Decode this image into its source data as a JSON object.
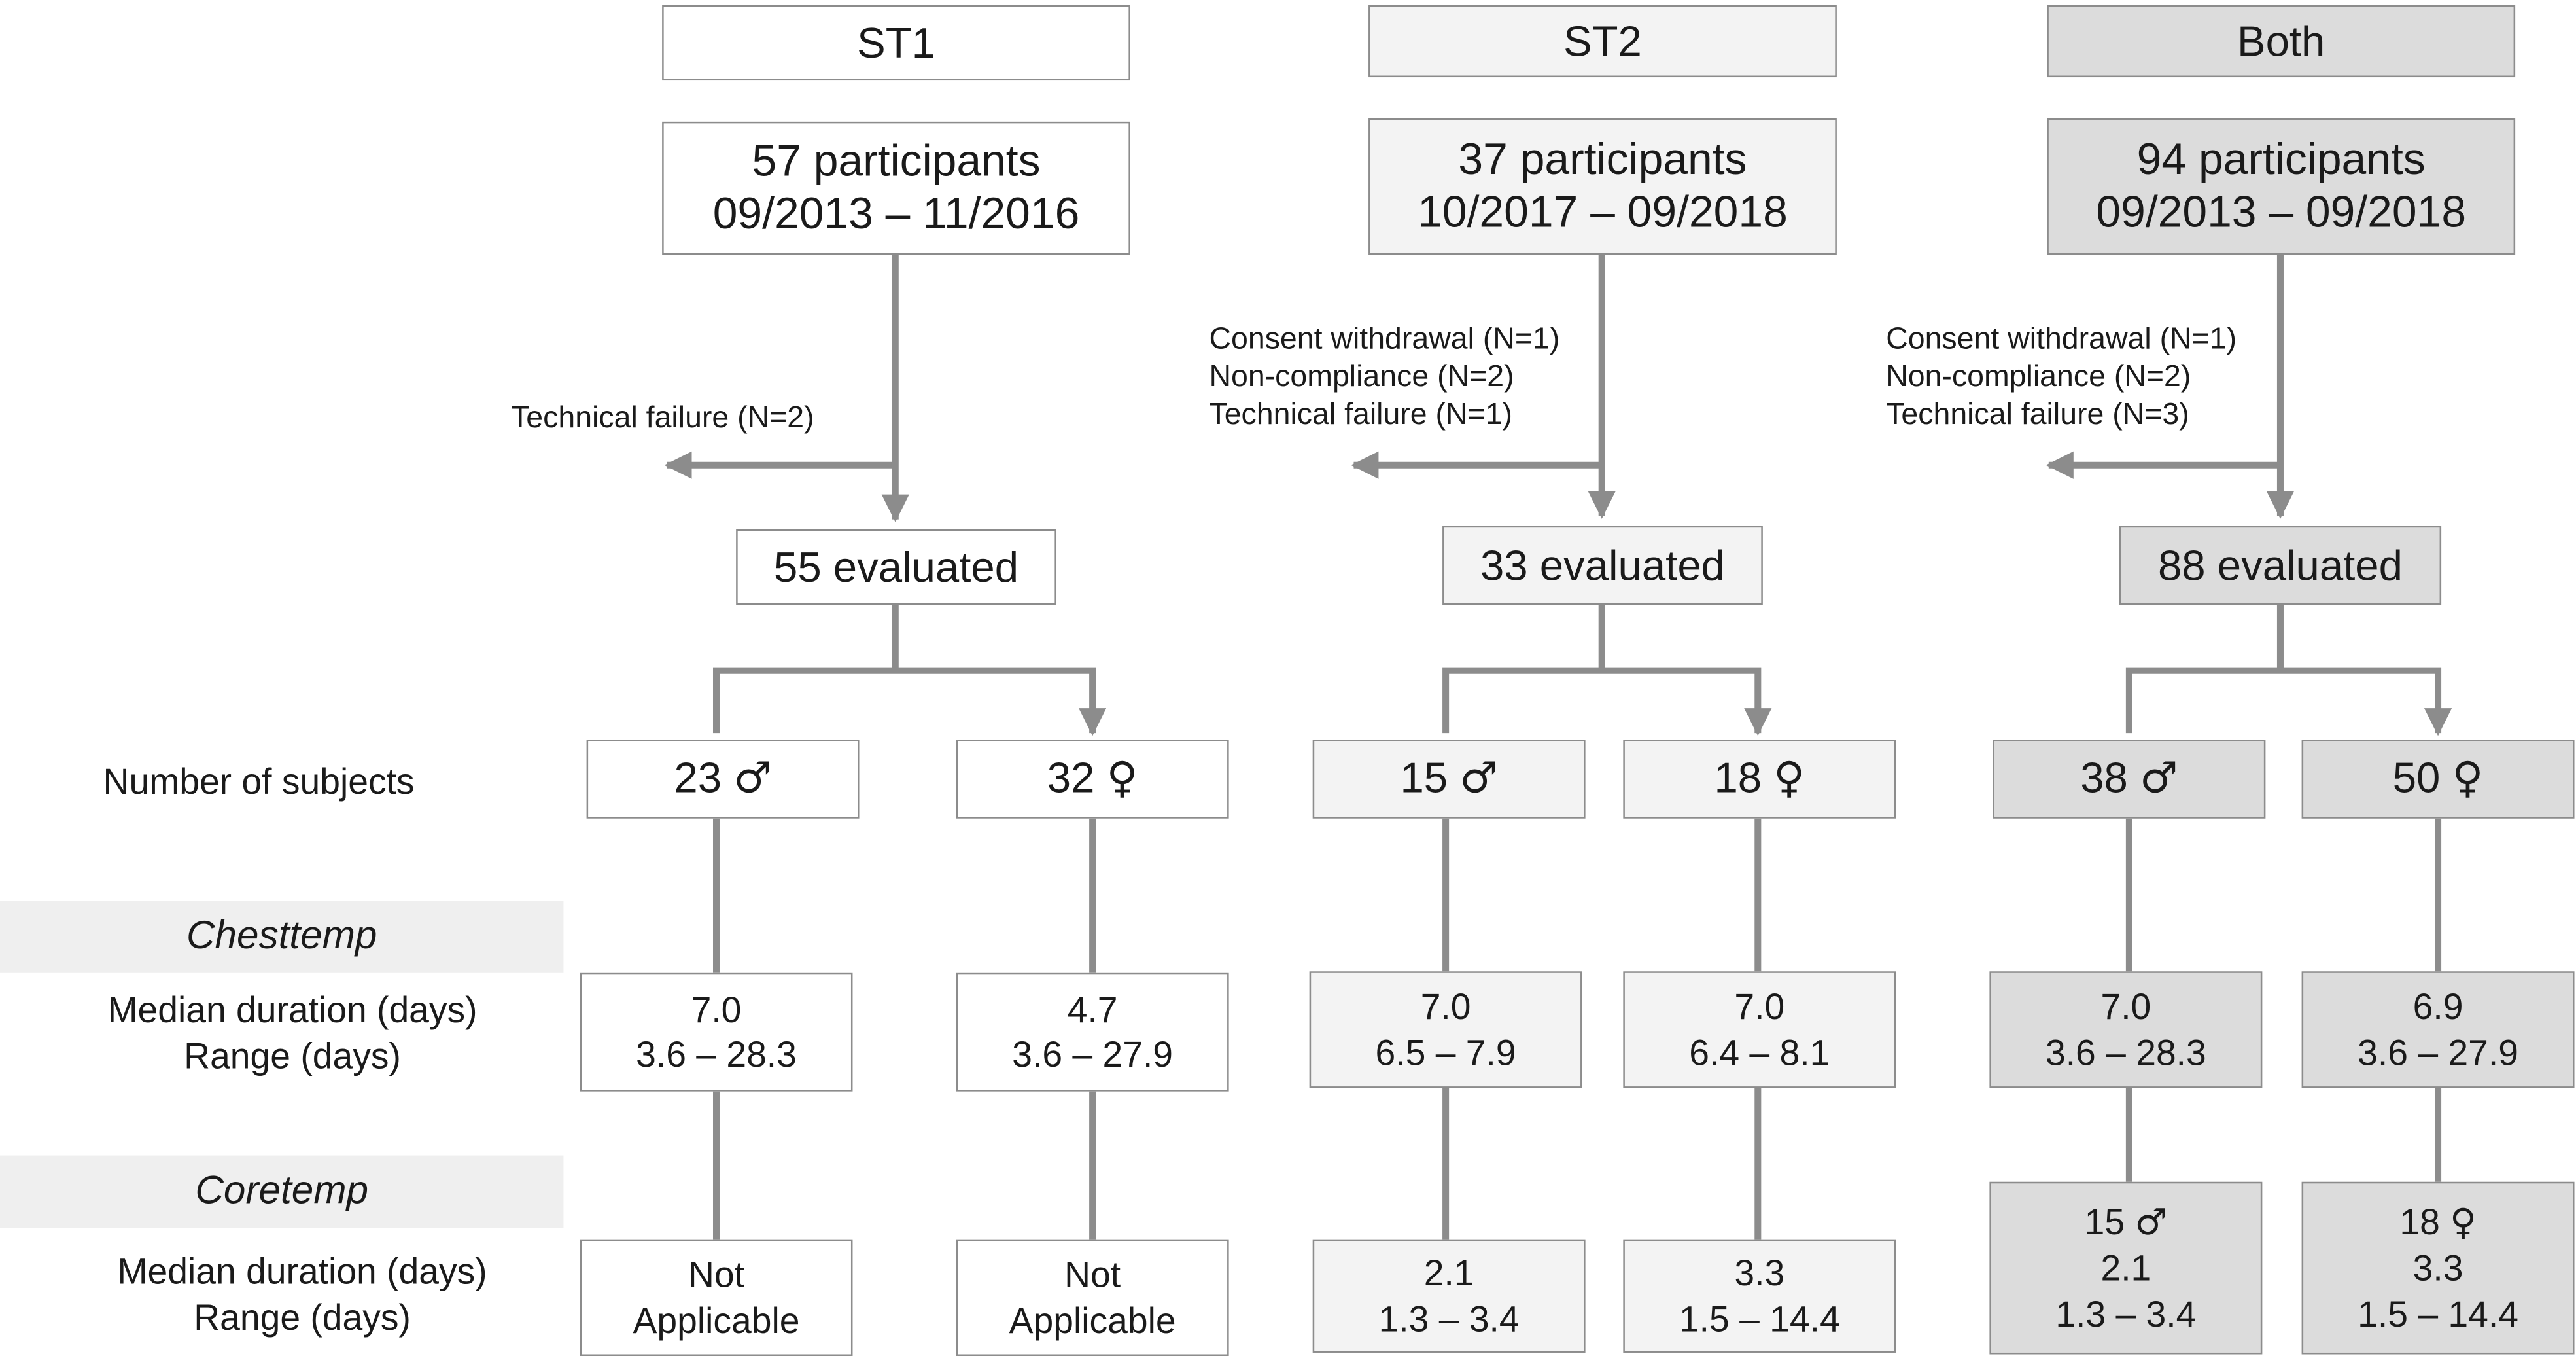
{
  "groups": [
    {
      "id": "st1",
      "header": "ST1",
      "participants": "57 participants",
      "period": "09/2013 – 11/2016",
      "exclusions": [
        "Technical failure (N=2)"
      ],
      "evaluated": "55 evaluated",
      "male": {
        "count": "23",
        "symbol": "♂",
        "chest_median": "7.0",
        "chest_range": "3.6 – 28.3",
        "core_line1": "Not",
        "core_line2": "Applicable"
      },
      "female": {
        "count": "32",
        "symbol": "♀",
        "chest_median": "4.7",
        "chest_range": "3.6 – 27.9",
        "core_line1": "Not",
        "core_line2": "Applicable"
      }
    },
    {
      "id": "st2",
      "header": "ST2",
      "participants": "37 participants",
      "period": "10/2017 – 09/2018",
      "exclusions": [
        "Consent withdrawal (N=1)",
        "Non-compliance (N=2)",
        "Technical failure (N=1)"
      ],
      "evaluated": "33 evaluated",
      "male": {
        "count": "15",
        "symbol": "♂",
        "chest_median": "7.0",
        "chest_range": "6.5 – 7.9",
        "core_median": "2.1",
        "core_range": "1.3 – 3.4"
      },
      "female": {
        "count": "18",
        "symbol": "♀",
        "chest_median": "7.0",
        "chest_range": "6.4 – 8.1",
        "core_median": "3.3",
        "core_range": "1.5 – 14.4"
      }
    },
    {
      "id": "both",
      "header": "Both",
      "participants": "94 participants",
      "period": "09/2013 – 09/2018",
      "exclusions": [
        "Consent withdrawal (N=1)",
        "Non-compliance (N=2)",
        "Technical failure (N=3)"
      ],
      "evaluated": "88 evaluated",
      "male": {
        "count": "38",
        "symbol": "♂",
        "chest_median": "7.0",
        "chest_range": "3.6 – 28.3",
        "core_count": "15",
        "core_median": "2.1",
        "core_range": "1.3 – 3.4"
      },
      "female": {
        "count": "50",
        "symbol": "♀",
        "chest_median": "6.9",
        "chest_range": "3.6 – 27.9",
        "core_count": "18",
        "core_median": "3.3",
        "core_range": "1.5 – 14.4"
      }
    }
  ],
  "row_labels": {
    "number_of_subjects": "Number of subjects",
    "chesttemp": "Chesttemp",
    "coretemp": "Coretemp",
    "median_duration": "Median duration (days)",
    "range": "Range (days)"
  },
  "colors": {
    "st1_fill": "#ffffff",
    "st2_fill": "#f3f3f3",
    "both_fill": "#dcdcdc",
    "connector": "#8c8c8c",
    "band": "#efefef"
  }
}
